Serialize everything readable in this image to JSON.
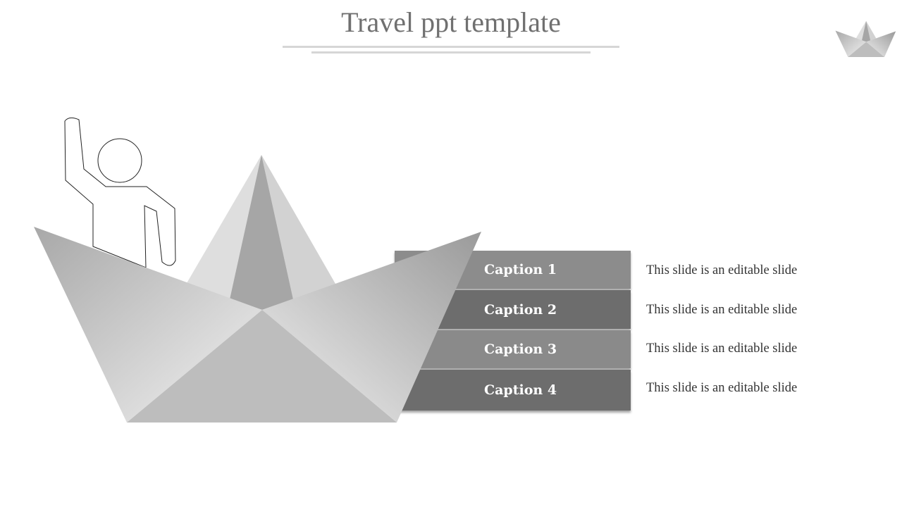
{
  "title": "Travel ppt template",
  "rows": [
    {
      "caption": "Caption 1",
      "text": "This slide is an editable slide",
      "color": "#8c8c8c"
    },
    {
      "caption": "Caption 2",
      "text": "This slide is an editable slide",
      "color": "#6d6d6d"
    },
    {
      "caption": "Caption 3",
      "text": "This slide is an editable slide",
      "color": "#8a8a8a"
    },
    {
      "caption": "Caption 4",
      "text": "This slide is an editable slide",
      "color": "#6d6d6d"
    }
  ]
}
